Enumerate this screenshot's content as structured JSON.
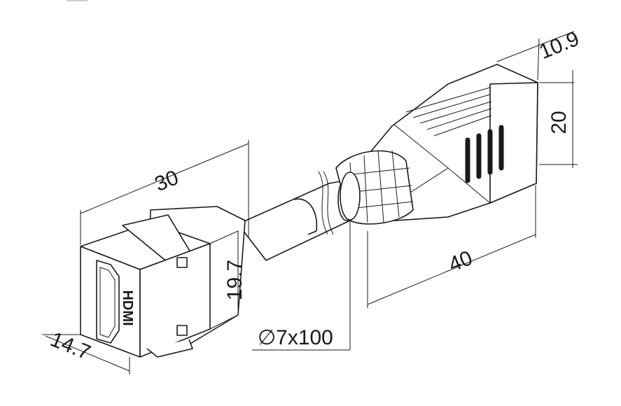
{
  "dimensions": {
    "keystone_length": "30",
    "keystone_height": "19.7",
    "keystone_width": "14.7",
    "cable": "∅7x100",
    "plug_length": "40",
    "plug_height": "20",
    "plug_width": "10.9"
  },
  "logo_text": "HDMI",
  "colors": {
    "line": "#1a1a1a",
    "background": "#ffffff"
  }
}
